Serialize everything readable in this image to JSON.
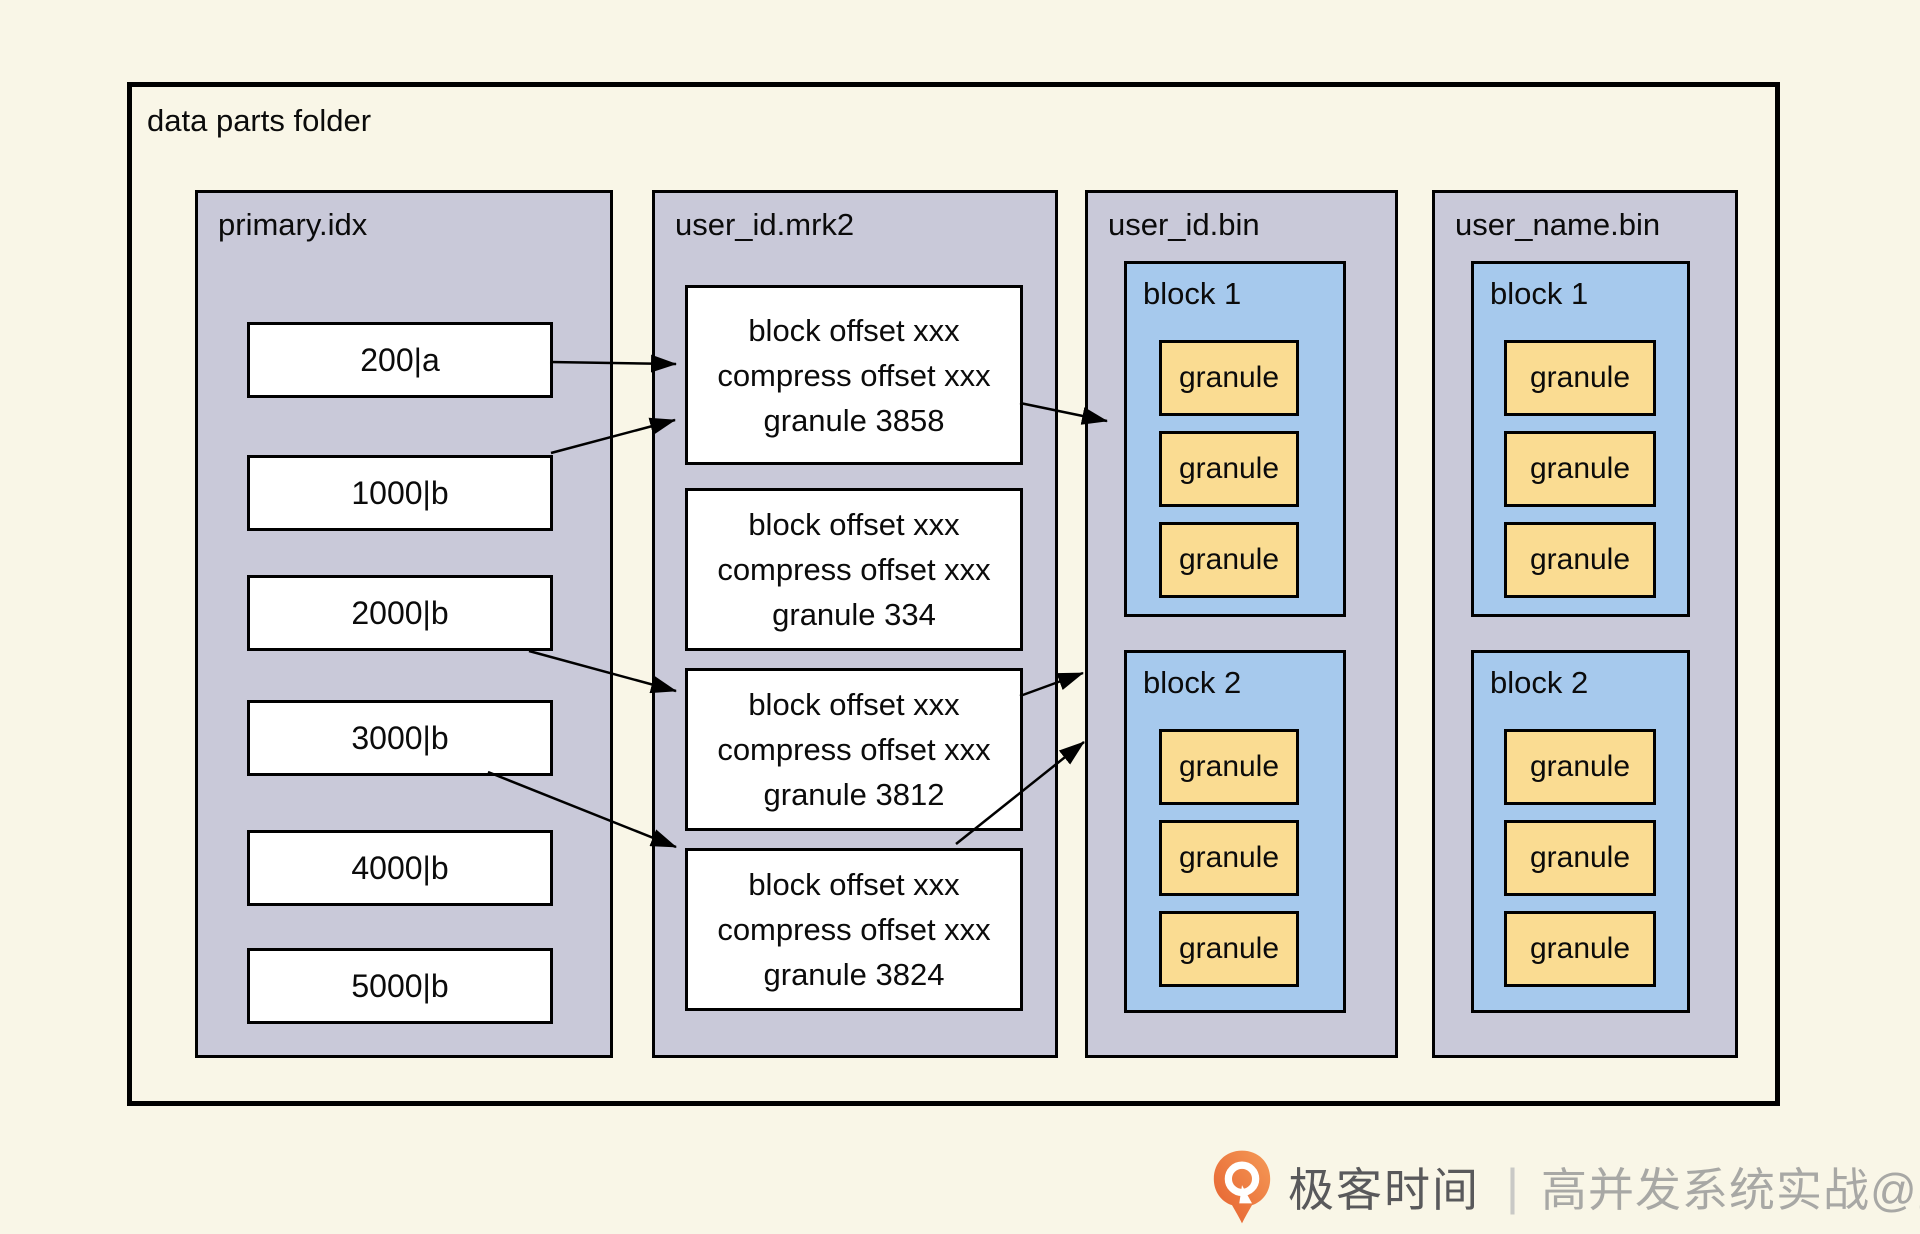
{
  "colors": {
    "background": "#f9f6e7",
    "column_fill": "#c9c9d9",
    "block_fill": "#a6c9ed",
    "granule_fill": "#fadc92",
    "box_fill": "#ffffff",
    "border": "#000000",
    "brand_text": "#59595b",
    "credit_text": "#a8a8a5",
    "logo_orange_light": "#f59a57",
    "logo_orange_dark": "#e55f2e"
  },
  "frame": {
    "label": "data parts folder"
  },
  "columns": {
    "primary": {
      "title": "primary.idx",
      "entries": [
        "200|a",
        "1000|b",
        "2000|b",
        "3000|b",
        "4000|b",
        "5000|b"
      ]
    },
    "mrk2": {
      "title": "user_id.mrk2",
      "marks": [
        [
          "block offset xxx",
          "compress offset xxx",
          "granule 3858"
        ],
        [
          "block offset xxx",
          "compress offset xxx",
          "granule 334"
        ],
        [
          "block offset xxx",
          "compress offset xxx",
          "granule 3812"
        ],
        [
          "block offset xxx",
          "compress offset xxx",
          "granule 3824"
        ]
      ]
    },
    "user_id_bin": {
      "title": "user_id.bin",
      "blocks": [
        {
          "label": "block 1",
          "granules": [
            "granule",
            "granule",
            "granule"
          ]
        },
        {
          "label": "block 2",
          "granules": [
            "granule",
            "granule",
            "granule"
          ]
        }
      ]
    },
    "user_name_bin": {
      "title": "user_name.bin",
      "blocks": [
        {
          "label": "block 1",
          "granules": [
            "granule",
            "granule",
            "granule"
          ]
        },
        {
          "label": "block 2",
          "granules": [
            "granule",
            "granule",
            "granule"
          ]
        }
      ]
    }
  },
  "footer": {
    "brand": "极客时间",
    "divider": "|",
    "credit": "高并发系统实战@蓝天"
  }
}
